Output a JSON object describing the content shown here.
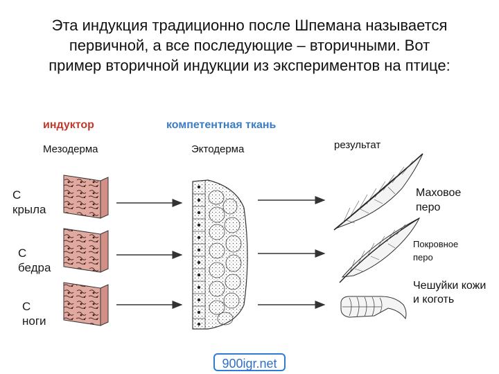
{
  "title": "Эта индукция традиционно после Шпемана называется первичной, а все последующие – вторичными. Вот пример вторичной индукции из экспериментов на птице:",
  "headers": {
    "inductor": "индуктор",
    "competent": "компетентная ткань",
    "result": "результат"
  },
  "tissues": {
    "mesoderm": "Мезодерма",
    "ectoderm": "Эктодерма"
  },
  "sources": [
    {
      "label": "С\nкрыла"
    },
    {
      "label": "С\nбедра"
    },
    {
      "label": "С\nноги"
    }
  ],
  "results": [
    {
      "label": "Маховое\nперо"
    },
    {
      "label": "Покровное\nперо"
    },
    {
      "label": "Чешуйки кожи\nи коготь"
    }
  ],
  "watermark": "900igr.net",
  "colors": {
    "inductor_header": "#c0392b",
    "competent_header": "#3a7dc4",
    "mesoderm_fill": "#e2a9a0",
    "watermark_border": "#2e7bd6"
  }
}
